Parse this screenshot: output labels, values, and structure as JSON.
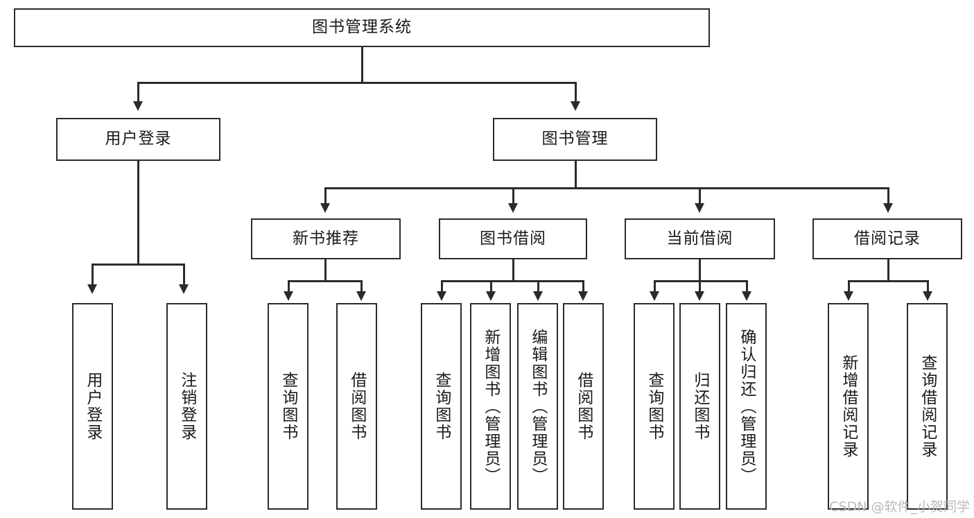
{
  "diagram": {
    "title": "图书管理系统",
    "watermark": "CSDN @软件_小贺同学",
    "root": {
      "label": "图书管理系统"
    },
    "level2": [
      {
        "label": "用户登录"
      },
      {
        "label": "图书管理"
      }
    ],
    "level3": [
      {
        "label": "新书推荐"
      },
      {
        "label": "图书借阅"
      },
      {
        "label": "当前借阅"
      },
      {
        "label": "借阅记录"
      }
    ],
    "leaves": {
      "user_login": [
        {
          "label": "用户登录"
        },
        {
          "label": "注销登录"
        }
      ],
      "new_book_recommend": [
        {
          "label": "查询图书"
        },
        {
          "label": "借阅图书"
        }
      ],
      "book_borrow": [
        {
          "label": "查询图书"
        },
        {
          "label": "新增图书（管理员）"
        },
        {
          "label": "编辑图书（管理员）"
        },
        {
          "label": "借阅图书"
        }
      ],
      "current_borrow": [
        {
          "label": "查询图书"
        },
        {
          "label": "归还图书"
        },
        {
          "label": "确认归还（管理员）"
        }
      ],
      "borrow_record": [
        {
          "label": "新增借阅记录"
        },
        {
          "label": "查询借阅记录"
        }
      ]
    }
  },
  "colors": {
    "stroke": "#2b2b2b",
    "fill": "#ffffff",
    "text": "#1a1a1a",
    "watermark": "#b9b9b9"
  }
}
